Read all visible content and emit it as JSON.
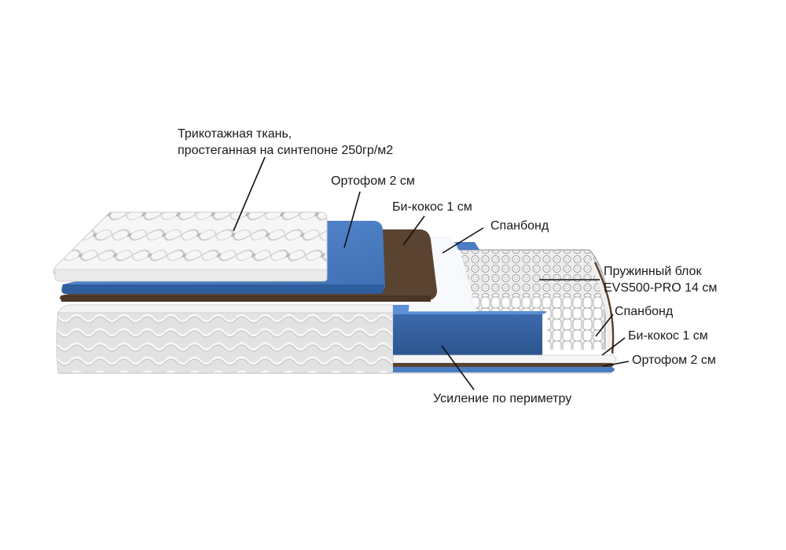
{
  "labels": {
    "top_fabric": {
      "line1": "Трикотажная ткань,",
      "line2": "простеганная на синтепоне 250гр/м2"
    },
    "orthofoam_top": "Ортофом 2 см",
    "bicoconut_top": "Би-кокос 1 см",
    "spunbond_top": "Спанбонд",
    "spring_block": {
      "line1": "Пружинный блок",
      "line2": "EVS500-PRO 14 см"
    },
    "spunbond_bottom": "Спанбонд",
    "bicoconut_bottom": "Би-кокос 1 см",
    "orthofoam_bottom": "Ортофом 2 см",
    "perimeter": "Усиление по периметру"
  },
  "colors": {
    "foam_blue": "#4a7cc4",
    "foam_blue_dark": "#2f5e9e",
    "coconut_brown": "#5a4330",
    "fabric_white": "#f4f4f4",
    "side_gray": "#dcdcdc",
    "spunbond_white": "#f7f9fc"
  }
}
